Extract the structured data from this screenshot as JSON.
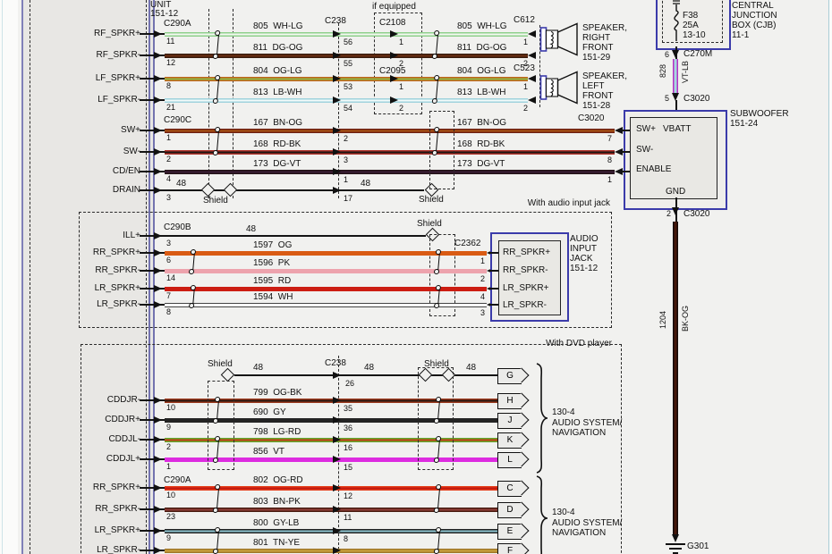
{
  "unit": {
    "l1": "UNIT",
    "l2": "151-12"
  },
  "conn": {
    "c290a": "C290A",
    "c290b": "C290B",
    "c290c": "C290C",
    "c238": "C238",
    "c2108": "C2108",
    "c2095": "C2095",
    "c612": "C612",
    "c523": "C523",
    "c3020": "C3020",
    "c270m": "C270M",
    "c2362": "C2362",
    "g301": "G301"
  },
  "misc": {
    "if_equipped": "if equipped",
    "with_audio": "With audio input jack",
    "with_dvd": "With DVD player",
    "shield": "Shield",
    "s48": "48"
  },
  "top_rows": [
    {
      "label": "RF_SPKR+",
      "pin": "11",
      "circ": "805  WH-LG",
      "c238": "56",
      "mid": "1",
      "dest": "1"
    },
    {
      "label": "RF_SPKR-",
      "pin": "12",
      "circ": "811  DG-OG",
      "c238": "55",
      "mid": "2",
      "dest": "2"
    },
    {
      "label": "LF_SPKR+",
      "pin": "8",
      "circ": "804  OG-LG",
      "c238": "53",
      "mid": "1",
      "dest": "1"
    },
    {
      "label": "LF_SPKR-",
      "pin": "21",
      "circ": "813  LB-WH",
      "c238": "54",
      "mid": "2",
      "dest": "2"
    }
  ],
  "speakers": [
    {
      "l1": "SPEAKER,",
      "l2": "RIGHT",
      "l3": "FRONT",
      "l4": "151-29"
    },
    {
      "l1": "SPEAKER,",
      "l2": "LEFT",
      "l3": "FRONT",
      "l4": "151-28"
    }
  ],
  "sw_rows": [
    {
      "label": "SW+",
      "pin": "1",
      "circ": "167  BN-OG",
      "c238": "2",
      "dest": "7"
    },
    {
      "label": "SW-",
      "pin": "2",
      "circ": "168  RD-BK",
      "c238": "3",
      "dest": "8"
    },
    {
      "label": "CD/EN",
      "pin": "4",
      "circ": "173  DG-VT",
      "c238": "1",
      "dest": "1"
    },
    {
      "label": "DRAIN",
      "pin": "3",
      "circ": "48",
      "c238": "17",
      "dest": ""
    }
  ],
  "sub": {
    "title1": "SUBWOOFER",
    "title2": "151-24",
    "sw_p": "SW+",
    "vbatt": "VBATT",
    "sw_m": "SW-",
    "enable": "ENABLE",
    "gnd": "GND",
    "pin_top": "5",
    "pin_gnd": "2"
  },
  "cjb": {
    "fuse1": "F38",
    "fuse2": "25A",
    "fuse3": "13-10",
    "l1": "CENTRAL",
    "l2": "JUNCTION",
    "l3": "BOX (CJB)",
    "l4": "11-1",
    "pin": "6"
  },
  "feed": {
    "circ_num": "828",
    "circ_code": "VT-LB",
    "gnd_num": "1204",
    "gnd_code": "BK-OG"
  },
  "aud_rows": [
    {
      "label": "ILL+",
      "pin": "3",
      "circ": "48",
      "dest": ""
    },
    {
      "label": "RR_SPKR+",
      "pin": "6",
      "circ": "1597  OG",
      "dest": "1"
    },
    {
      "label": "RR_SPKR-",
      "pin": "14",
      "circ": "1596  PK",
      "dest": "2"
    },
    {
      "label": "LR_SPKR+",
      "pin": "7",
      "circ": "1595  RD",
      "dest": "4"
    },
    {
      "label": "LR_SPKR-",
      "pin": "8",
      "circ": "1594  WH",
      "dest": "3"
    }
  ],
  "jack": {
    "l1": "AUDIO",
    "l2": "INPUT",
    "l3": "JACK",
    "l4": "151-12",
    "r1": "RR_SPKR+",
    "r2": "RR_SPKR-",
    "r3": "LR_SPKR+",
    "r4": "LR_SPKR-"
  },
  "dvd_shield": {
    "chev": "G",
    "pin": "26"
  },
  "dvd_rows": [
    {
      "label": "CDDJR-",
      "pin": "10",
      "circ": "799  OG-BK",
      "c238": "35",
      "chev": "H"
    },
    {
      "label": "CDDJR+",
      "pin": "9",
      "circ": "690  GY",
      "c238": "36",
      "chev": "J"
    },
    {
      "label": "CDDJL-",
      "pin": "2",
      "circ": "798  LG-RD",
      "c238": "16",
      "chev": "K"
    },
    {
      "label": "CDDJL+",
      "pin": "1",
      "circ": "856  VT",
      "c238": "15",
      "chev": "L"
    }
  ],
  "rear_rows": [
    {
      "label": "RR_SPKR+",
      "pin": "10",
      "circ": "802  OG-RD",
      "c238": "12",
      "chev": "C"
    },
    {
      "label": "RR_SPKR-",
      "pin": "23",
      "circ": "803  BN-PK",
      "c238": "11",
      "chev": "D"
    },
    {
      "label": "LR_SPKR+",
      "pin": "9",
      "circ": "800  GY-LB",
      "c238": "8",
      "chev": "E"
    },
    {
      "label": "LR_SPKR-",
      "pin": "",
      "circ": "801  TN-YE",
      "c238": "",
      "chev": "F"
    }
  ],
  "nav": {
    "l1": "130-4",
    "l2": "AUDIO SYSTEM/",
    "l3": "NAVIGATION"
  },
  "palette": {
    "wh_lg": [
      "#8ecf8a",
      "#f4f8f2"
    ],
    "dg_og": [
      "#3a1c0e",
      "#6b2e12"
    ],
    "og_lg": [
      "#c0661d",
      "#8fb544"
    ],
    "lb_wh": [
      "#9fd2dc",
      "#f2fafa"
    ],
    "bn_og": [
      "#6e2012",
      "#aa5414"
    ],
    "rd_bk": [
      "#b2342c",
      "#1c1512"
    ],
    "dg_vt": [
      "#241318",
      "#3a1d35"
    ],
    "og": [
      "#d95b14"
    ],
    "pk": [
      "#eda3ad"
    ],
    "rd": [
      "#cc1d12"
    ],
    "og_bk": [
      "#9e3b1e",
      "#26160e"
    ],
    "gy": [
      "#242424"
    ],
    "lg_rd": [
      "#63a72e",
      "#c23c14"
    ],
    "vt": [
      "#dd2ce0"
    ],
    "og_rd": [
      "#e63c18",
      "#c01810"
    ],
    "bn_pk": [
      "#471b10",
      "#93403a"
    ],
    "gy_lb": [
      "#222222",
      "#8cc3cf"
    ],
    "tn_ye": [
      "#a1782a",
      "#caa23c"
    ],
    "vt_lb": [
      "#b62fc4",
      "#a5d8e0"
    ],
    "bk_og": [
      "#150a05",
      "#45170a"
    ],
    "blue_accent": "#3b3baa"
  }
}
